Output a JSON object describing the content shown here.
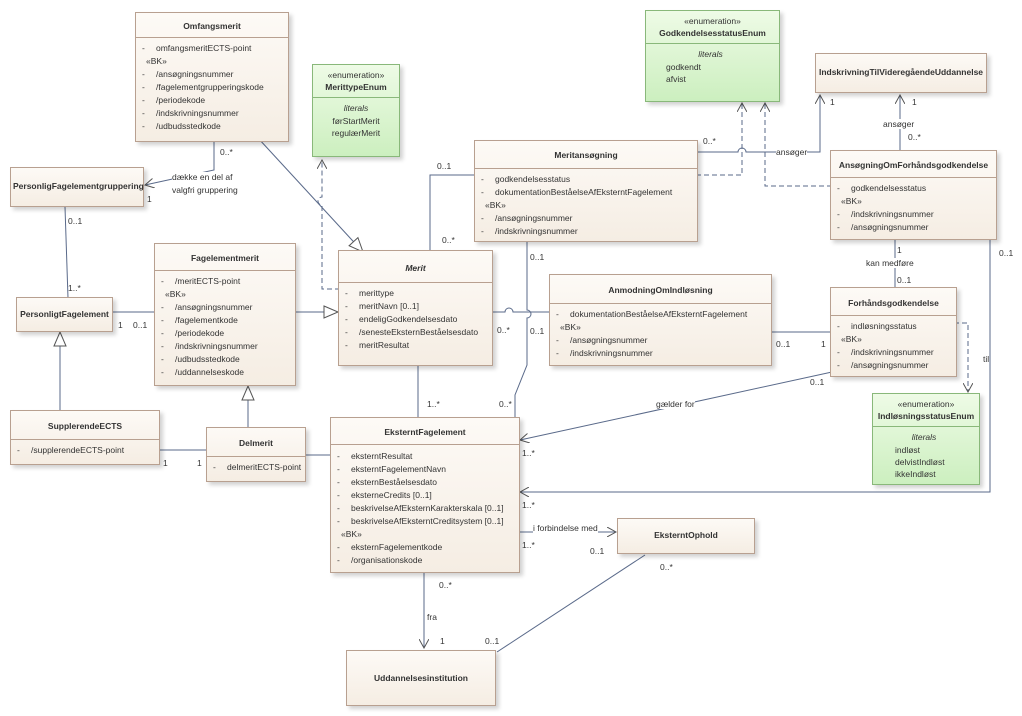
{
  "classes": {
    "omfangsmerit": {
      "name": "Omfangsmerit",
      "attrs": [
        "omfangsmeritECTS-point"
      ],
      "bk_label": "«BK»",
      "bk": [
        "/ansøgningsnummer",
        "/fagelementgrupperingskode",
        "/periodekode",
        "/indskrivningsnummer",
        "/udbudsstedkode"
      ]
    },
    "meritansoegning": {
      "name": "Meritansøgning",
      "attrs": [
        "godkendelsesstatus",
        "dokumentationBeståelseAfEksterntFagelement"
      ],
      "bk_label": "«BK»",
      "bk": [
        "/ansøgningsnummer",
        "/indskrivningsnummer"
      ]
    },
    "ansoegning_forhaand": {
      "name": "AnsøgningOmForhåndsgodkendelse",
      "attrs": [
        "godkendelsesstatus"
      ],
      "bk_label": "«BK»",
      "bk": [
        "/indskrivningsnummer",
        "/ansøgningsnummer"
      ]
    },
    "fagelementmerit": {
      "name": "Fagelementmerit",
      "attrs": [
        "/meritECTS-point"
      ],
      "bk_label": "«BK»",
      "bk": [
        "/ansøgningsnummer",
        "/fagelementkode",
        "/periodekode",
        "/indskrivningsnummer",
        "/udbudsstedkode",
        "/uddannelseskode"
      ]
    },
    "merit": {
      "name": "Merit",
      "attrs": [
        "merittype",
        "meritNavn [0..1]",
        "endeligGodkendelsesdato",
        "/senesteEksternBeståelsesdato",
        "meritResultat"
      ]
    },
    "anmodning": {
      "name": "AnmodningOmIndløsning",
      "attrs": [
        "dokumentationBeståelseAfEksterntFagelement"
      ],
      "bk_label": "«BK»",
      "bk": [
        "/ansøgningsnummer",
        "/indskrivningsnummer"
      ]
    },
    "forhaandsgodkendelse": {
      "name": "Forhåndsgodkendelse",
      "attrs": [
        "indløsningsstatus"
      ],
      "bk_label": "«BK»",
      "bk": [
        "/indskrivningsnummer",
        "/ansøgningsnummer"
      ]
    },
    "personlig_gruppering": {
      "name": "PersonligFagelementgruppering"
    },
    "personligt_fagelement": {
      "name": "PersonligtFagelement"
    },
    "indskrivning": {
      "name": "IndskrivningTilVideregåendeUddannelse"
    },
    "supplerende": {
      "name": "SupplerendeECTS",
      "attrs": [
        "/supplerendeECTS-point"
      ]
    },
    "delmerit": {
      "name": "Delmerit",
      "attrs": [
        "delmeritECTS-point"
      ]
    },
    "eksternt_fagelement": {
      "name": "EksterntFagelement",
      "attrs": [
        "eksterntResultat",
        "eksterntFagelementNavn",
        "eksternBeståelsesdato",
        "eksterneCredits [0..1]",
        "beskrivelseAfEksternKarakterskala [0..1]",
        "beskrivelseAfEksterntCreditsystem [0..1]"
      ],
      "bk_label": "«BK»",
      "bk": [
        "eksternFagelementkode",
        "/organisationskode"
      ]
    },
    "eksternt_ophold": {
      "name": "EksterntOphold"
    },
    "uddannelsesinstitution": {
      "name": "Uddannelsesinstitution"
    }
  },
  "enums": {
    "merittype": {
      "stereotype": "«enumeration»",
      "name": "MerittypeEnum",
      "literals_label": "literals",
      "values": [
        "førStartMerit",
        "regulærMerit"
      ]
    },
    "godkendelsesstatus": {
      "stereotype": "«enumeration»",
      "name": "GodkendelsesstatusEnum",
      "literals_label": "literals",
      "values": [
        "godkendt",
        "afvist"
      ]
    },
    "indloesningsstatus": {
      "stereotype": "«enumeration»",
      "name": "IndløsningsstatusEnum",
      "literals_label": "literals",
      "values": [
        "indløst",
        "delvistIndløst",
        "ikkeIndløst"
      ]
    }
  },
  "visibility": "-",
  "labels": {
    "daekker1": "dække en del af",
    "daekker2": "valgfri gruppering",
    "ansoeger1": "ansøger",
    "ansoeger2": "ansøger",
    "kan_medfoere": "kan medføre",
    "gaelder_for": "gælder for",
    "til": "til",
    "i_forbindelse": "i forbindelse med",
    "fra": "fra"
  },
  "multiplicities": {
    "m1": "0..*",
    "m2": "1",
    "m3": "0..1",
    "m4": "1..*",
    "m5": "1",
    "m6": "0..1",
    "m7": "0..1",
    "m8": "0..*",
    "m9": "0..*",
    "m10": "1",
    "m11": "0..*",
    "m12": "1",
    "m13": "0..1",
    "m14": "0..*",
    "m15": "0..1",
    "m16": "1",
    "m17": "0..1",
    "m18": "0..1",
    "m19": "1",
    "m20": "0..1",
    "m21": "1..*",
    "m22": "0..*",
    "m23": "1..*",
    "m24": "0..1",
    "m25": "1..*",
    "m26": "1..*",
    "m27": "0..1",
    "m28": "0..*",
    "m29": "0..*",
    "m30": "1",
    "m31": "0..1",
    "m32": "1",
    "m33": "1"
  }
}
